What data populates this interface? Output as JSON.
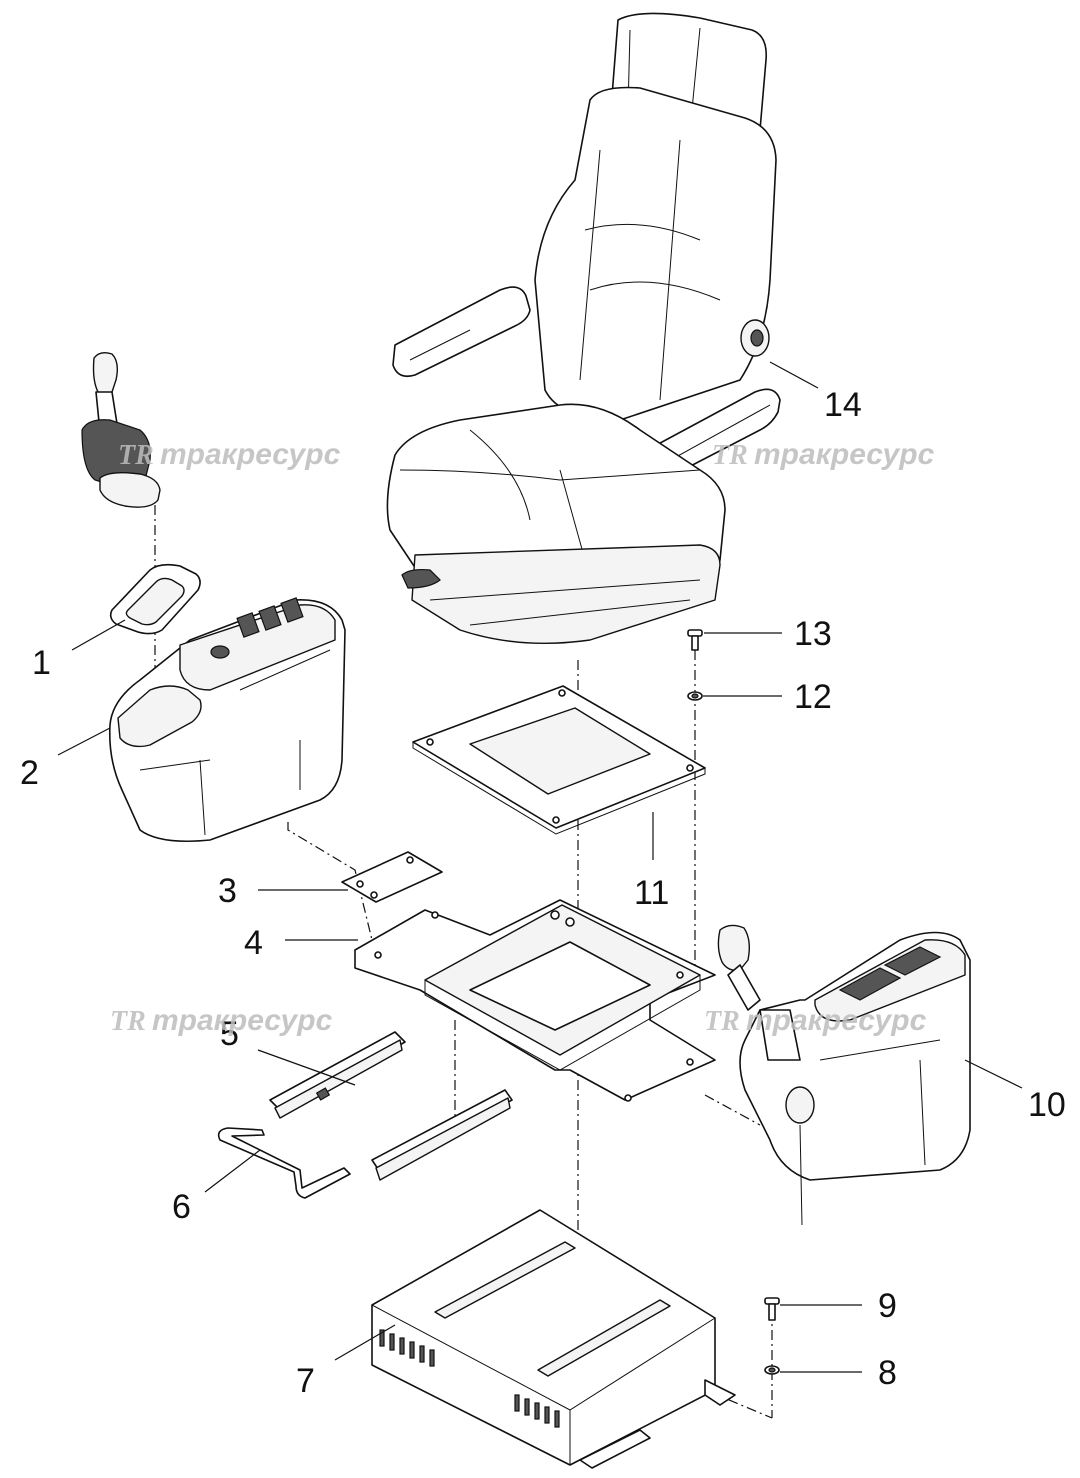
{
  "watermark": {
    "logo": "TR",
    "text": "тракресурс"
  },
  "callouts": [
    "1",
    "2",
    "3",
    "4",
    "5",
    "6",
    "7",
    "8",
    "9",
    "10",
    "11",
    "12",
    "13",
    "14"
  ]
}
